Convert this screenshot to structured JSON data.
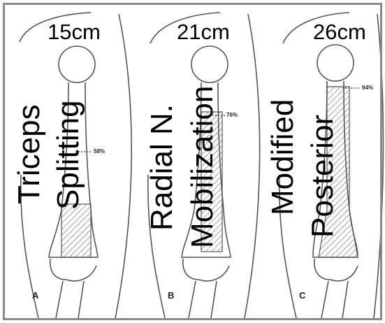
{
  "panels": [
    {
      "letter": "A",
      "length": "15cm",
      "percent": "58%",
      "approach_line1": "Triceps",
      "approach_line2": "Splitting"
    },
    {
      "letter": "B",
      "length": "21cm",
      "percent": "76%",
      "approach_line1": "Radial N.",
      "approach_line2": "Mobilization"
    },
    {
      "letter": "C",
      "length": "26cm",
      "percent": "94%",
      "approach_line1": "Modified",
      "approach_line2": "Posterior"
    }
  ],
  "colors": {
    "line": "#555555",
    "hatch": "#666666",
    "frame": "#8a8a8a"
  }
}
